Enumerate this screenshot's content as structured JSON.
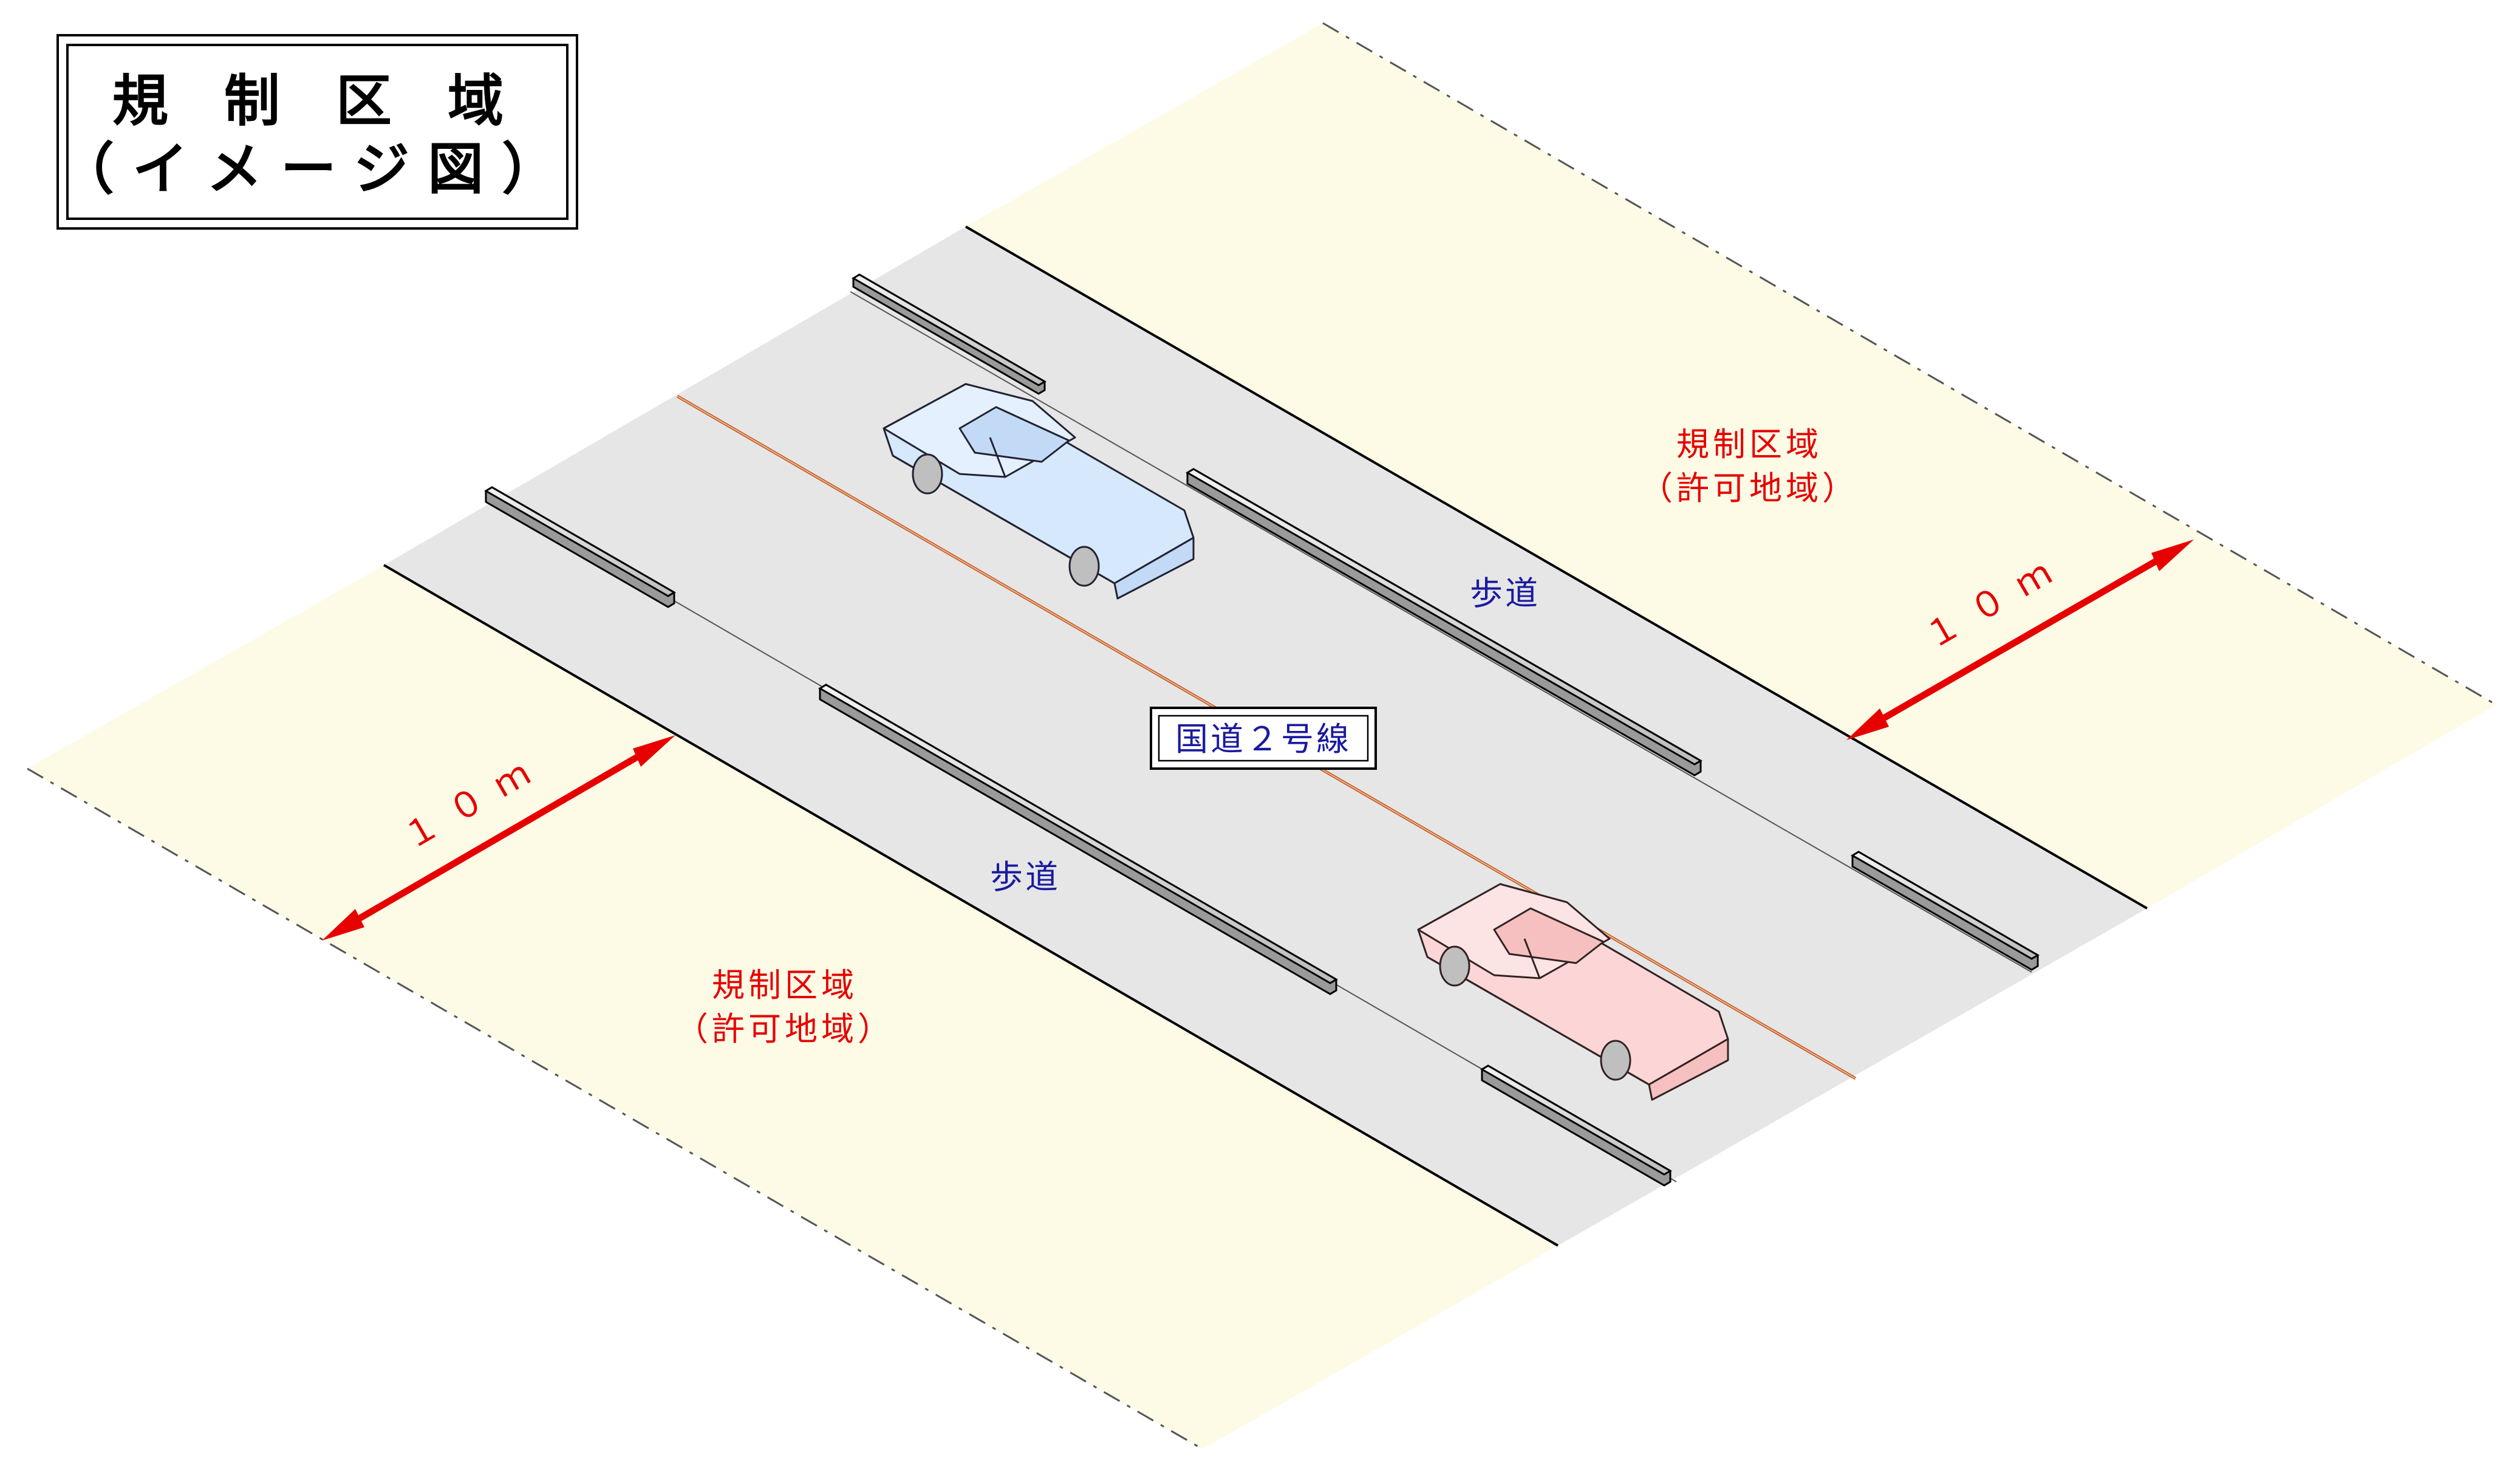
{
  "title": {
    "line1": "規 制 区 域",
    "line2": "（イメージ図）"
  },
  "labels": {
    "zone_right_line1": "規制区域",
    "zone_right_line2": "（許可地域）",
    "zone_left_line1": "規制区域",
    "zone_left_line2": "（許可地域）",
    "sidewalk_upper": "歩道",
    "sidewalk_lower": "歩道",
    "road_name": "国道２号線",
    "distance_right": "１０ｍ",
    "distance_left": "１０ｍ"
  },
  "colors": {
    "zone_fill": "#fdfbe6",
    "road_fill": "#e6e6e6",
    "center_line": "#c8602a",
    "arrow": "#e60000",
    "zone_text": "#e60000",
    "road_text": "#1a1aa0",
    "car_upper": "#d6e8fb",
    "car_lower": "#fcd6d6"
  }
}
